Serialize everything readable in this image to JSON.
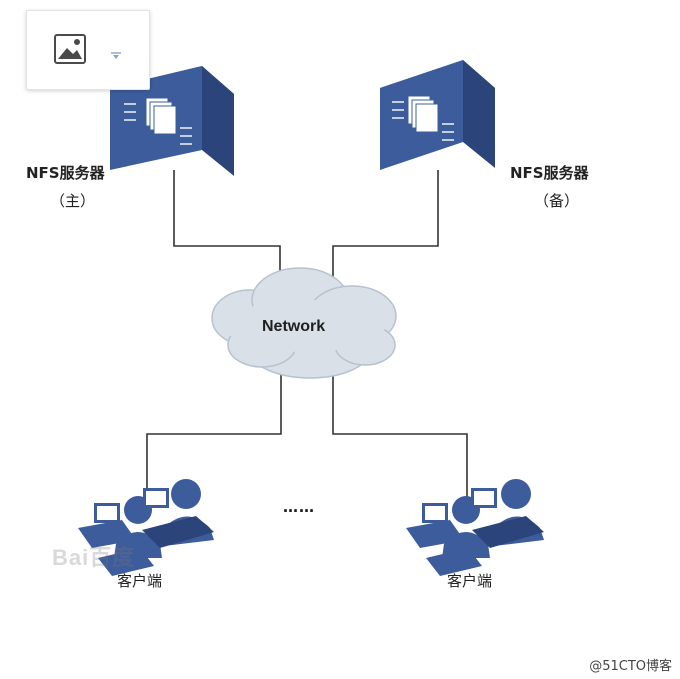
{
  "diagram": {
    "network_label": "Network",
    "primary_server": {
      "name": "NFS服务器",
      "role": "（主）"
    },
    "backup_server": {
      "name": "NFS服务器",
      "role": "（备）"
    },
    "clients": [
      {
        "label": "客户端"
      },
      {
        "label": "客户端"
      }
    ],
    "ellipsis": "……",
    "colors": {
      "device_blue": "#3d5c9c",
      "device_dark": "#2b4479",
      "cloud": "#d9e0e8",
      "line": "#333333"
    }
  },
  "toolbar": {
    "icon": "image-icon",
    "dropdown_icon": "chevron-down-icon"
  },
  "watermark": {
    "text": "Bai百度"
  },
  "credit": {
    "text": "@51CTO博客"
  }
}
